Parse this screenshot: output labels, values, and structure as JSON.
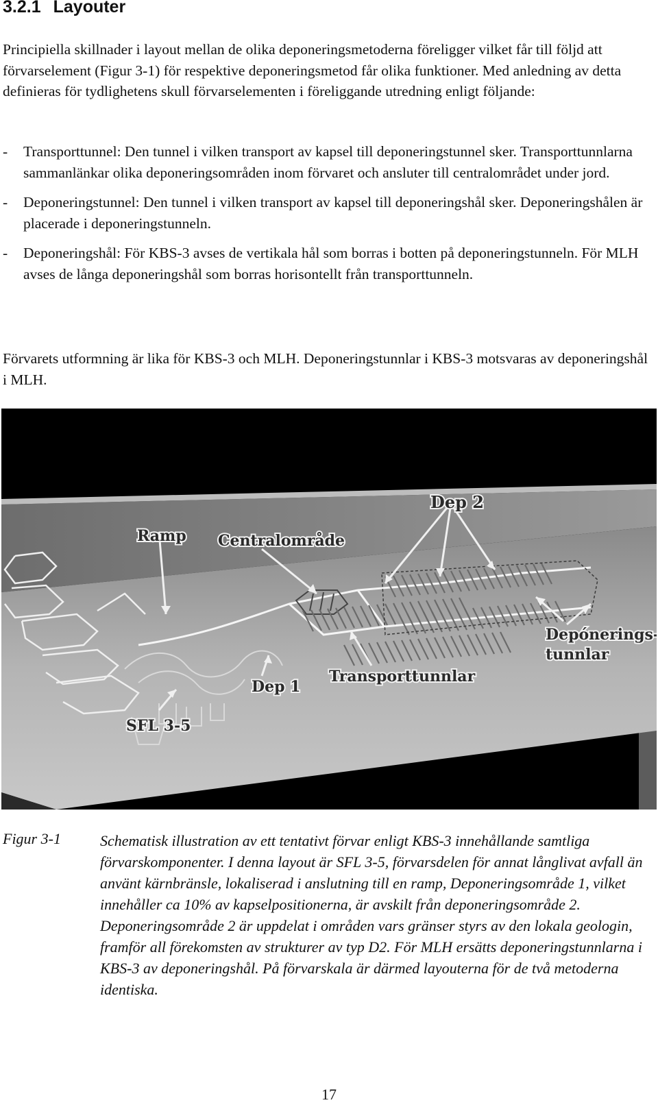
{
  "heading": {
    "number": "3.2.1",
    "title": "Layouter"
  },
  "intro": "Principiella skillnader i layout mellan de olika deponeringsmetoderna föreligger vilket får till följd att förvarselement (Figur 3-1) för respektive deponeringsmetod får olika funktioner. Med anledning av detta definieras för tydlighetens skull förvarselementen i föreliggande utredning enligt följande:",
  "bullets": [
    {
      "dash": "-",
      "text": "Transporttunnel: Den tunnel i vilken transport av kapsel till deponeringstunnel sker. Transporttunnlarna sammanlänkar olika deponeringsområden inom förvaret och ansluter till centralområdet under jord."
    },
    {
      "dash": "-",
      "text": "Deponeringstunnel: Den tunnel i vilken transport av kapsel till deponeringshål sker. Deponeringshålen är placerade i deponeringstunneln."
    },
    {
      "dash": "-",
      "text": "Deponeringshål: För KBS-3 avses de vertikala hål som borras i botten på deponeringstunneln. För MLH avses de långa deponeringshål som borras horisontellt från transporttunneln."
    }
  ],
  "summary": "Förvarets utformning är lika för KBS-3 och MLH. Deponeringstunnlar i KBS-3 motsvaras av deponeringshål i MLH.",
  "figure": {
    "labels": {
      "ramp": "Ramp",
      "central": "Centralområde",
      "dep2": "Dep 2",
      "depon_line1": "Depónerings-",
      "depon_line2": "tunnlar",
      "transport": "Transporttunnlar",
      "dep1": "Dep 1",
      "sfl": "SFL 3-5"
    }
  },
  "caption": {
    "label": "Figur 3-1",
    "text": "Schematisk illustration av ett tentativt förvar enligt KBS-3 innehållande samtliga förvarskomponenter. I denna layout är SFL 3-5, förvarsdelen för annat långlivat avfall än använt kärnbränsle, lokaliserad i anslutning till en ramp, Deponeringsområde 1, vilket innehåller ca 10% av kapselpositionerna, är avskilt från deponeringsområde 2. Deponeringsområde 2 är uppdelat i områden vars gränser styrs av den lokala geologin, framför all förekomsten av strukturer av typ D2. För MLH ersätts deponeringstunnlarna i KBS-3 av deponeringshål. På förvarskala är därmed layouterna för de två metoderna identiska."
  },
  "page_number": "17"
}
